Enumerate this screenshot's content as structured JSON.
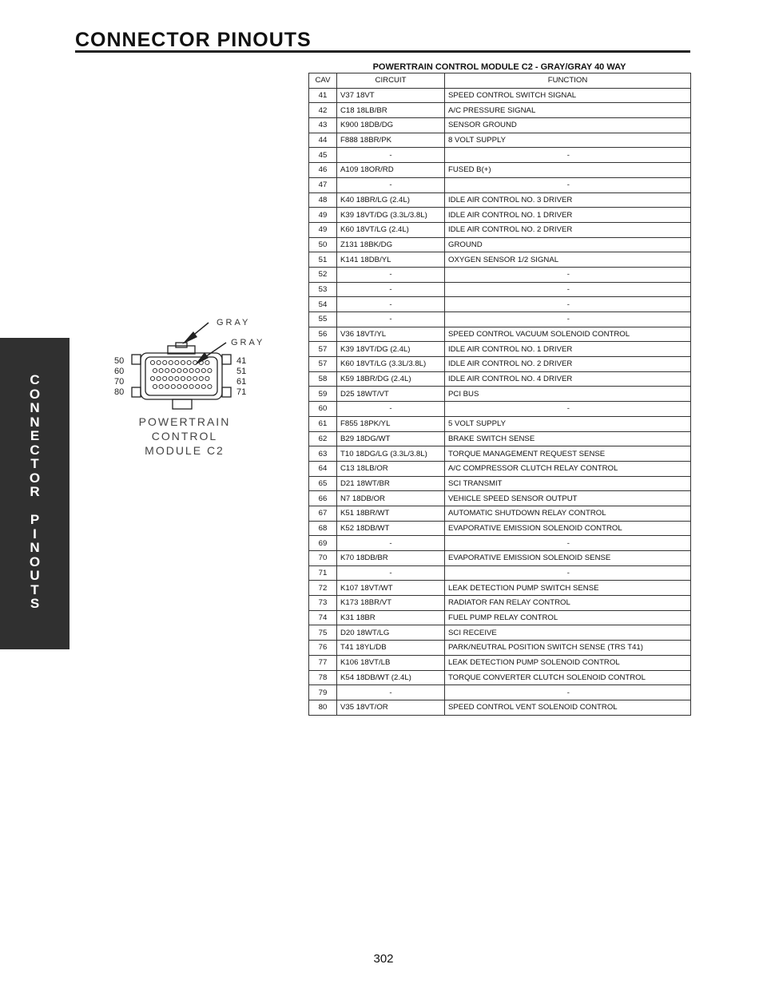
{
  "header": {
    "title": "CONNECTOR PINOUTS"
  },
  "sidebar": {
    "tab_text": "C\nO\nN\nN\nE\nC\nT\nO\nR\n\nP\nI\nN\nO\nU\nT\nS"
  },
  "table": {
    "title": "POWERTRAIN CONTROL MODULE C2 - GRAY/GRAY 40 WAY",
    "columns": [
      "CAV",
      "CIRCUIT",
      "FUNCTION"
    ],
    "rows": [
      {
        "cav": "41",
        "circuit": "V37 18VT",
        "function": "SPEED CONTROL SWITCH SIGNAL"
      },
      {
        "cav": "42",
        "circuit": "C18 18LB/BR",
        "function": "A/C PRESSURE SIGNAL"
      },
      {
        "cav": "43",
        "circuit": "K900 18DB/DG",
        "function": "SENSOR GROUND"
      },
      {
        "cav": "44",
        "circuit": "F888 18BR/PK",
        "function": "8 VOLT SUPPLY"
      },
      {
        "cav": "45",
        "circuit": "-",
        "function": "-"
      },
      {
        "cav": "46",
        "circuit": "A109 18OR/RD",
        "function": "FUSED B(+)"
      },
      {
        "cav": "47",
        "circuit": "-",
        "function": "-"
      },
      {
        "cav": "48",
        "circuit": "K40 18BR/LG (2.4L)",
        "function": "IDLE AIR CONTROL NO. 3 DRIVER"
      },
      {
        "cav": "49",
        "circuit": "K39 18VT/DG (3.3L/3.8L)",
        "function": "IDLE AIR CONTROL NO. 1 DRIVER"
      },
      {
        "cav": "49",
        "circuit": "K60 18VT/LG (2.4L)",
        "function": "IDLE AIR CONTROL NO. 2 DRIVER"
      },
      {
        "cav": "50",
        "circuit": "Z131 18BK/DG",
        "function": "GROUND"
      },
      {
        "cav": "51",
        "circuit": "K141 18DB/YL",
        "function": "OXYGEN SENSOR 1/2 SIGNAL"
      },
      {
        "cav": "52",
        "circuit": "-",
        "function": "-"
      },
      {
        "cav": "53",
        "circuit": "-",
        "function": "-"
      },
      {
        "cav": "54",
        "circuit": "-",
        "function": "-"
      },
      {
        "cav": "55",
        "circuit": "-",
        "function": "-"
      },
      {
        "cav": "56",
        "circuit": "V36 18VT/YL",
        "function": "SPEED CONTROL VACUUM SOLENOID CONTROL"
      },
      {
        "cav": "57",
        "circuit": "K39 18VT/DG (2.4L)",
        "function": "IDLE AIR CONTROL NO. 1 DRIVER"
      },
      {
        "cav": "57",
        "circuit": "K60 18VT/LG (3.3L/3.8L)",
        "function": "IDLE AIR CONTROL NO. 2 DRIVER"
      },
      {
        "cav": "58",
        "circuit": "K59 18BR/DG (2.4L)",
        "function": "IDLE AIR CONTROL NO. 4 DRIVER"
      },
      {
        "cav": "59",
        "circuit": "D25 18WT/VT",
        "function": "PCI BUS"
      },
      {
        "cav": "60",
        "circuit": "-",
        "function": "-"
      },
      {
        "cav": "61",
        "circuit": "F855 18PK/YL",
        "function": "5 VOLT SUPPLY"
      },
      {
        "cav": "62",
        "circuit": "B29 18DG/WT",
        "function": "BRAKE SWITCH SENSE"
      },
      {
        "cav": "63",
        "circuit": "T10 18DG/LG (3.3L/3.8L)",
        "function": "TORQUE MANAGEMENT REQUEST SENSE"
      },
      {
        "cav": "64",
        "circuit": "C13 18LB/OR",
        "function": "A/C COMPRESSOR CLUTCH RELAY CONTROL"
      },
      {
        "cav": "65",
        "circuit": "D21 18WT/BR",
        "function": "SCI TRANSMIT"
      },
      {
        "cav": "66",
        "circuit": "N7 18DB/OR",
        "function": "VEHICLE SPEED SENSOR OUTPUT"
      },
      {
        "cav": "67",
        "circuit": "K51 18BR/WT",
        "function": "AUTOMATIC SHUTDOWN RELAY CONTROL"
      },
      {
        "cav": "68",
        "circuit": "K52 18DB/WT",
        "function": "EVAPORATIVE EMISSION SOLENOID CONTROL"
      },
      {
        "cav": "69",
        "circuit": "-",
        "function": "-"
      },
      {
        "cav": "70",
        "circuit": "K70 18DB/BR",
        "function": "EVAPORATIVE EMISSION SOLENOID SENSE"
      },
      {
        "cav": "71",
        "circuit": "-",
        "function": "-"
      },
      {
        "cav": "72",
        "circuit": "K107 18VT/WT",
        "function": "LEAK DETECTION PUMP SWITCH SENSE"
      },
      {
        "cav": "73",
        "circuit": "K173 18BR/VT",
        "function": "RADIATOR FAN RELAY CONTROL"
      },
      {
        "cav": "74",
        "circuit": "K31 18BR",
        "function": "FUEL PUMP RELAY CONTROL"
      },
      {
        "cav": "75",
        "circuit": "D20 18WT/LG",
        "function": "SCI RECEIVE"
      },
      {
        "cav": "76",
        "circuit": "T41 18YL/DB",
        "function": "PARK/NEUTRAL POSITION SWITCH SENSE (TRS T41)"
      },
      {
        "cav": "77",
        "circuit": "K106 18VT/LB",
        "function": "LEAK DETECTION PUMP SOLENOID CONTROL"
      },
      {
        "cav": "78",
        "circuit": "K54 18DB/WT (2.4L)",
        "function": "TORQUE CONVERTER CLUTCH SOLENOID CONTROL"
      },
      {
        "cav": "79",
        "circuit": "-",
        "function": "-"
      },
      {
        "cav": "80",
        "circuit": "V35 18VT/OR",
        "function": "SPEED CONTROL VENT SOLENOID CONTROL"
      }
    ]
  },
  "diagram": {
    "label_color_1": "GRAY",
    "label_color_2": "GRAY",
    "left_numbers": [
      "50",
      "60",
      "70",
      "80"
    ],
    "right_numbers": [
      "41",
      "51",
      "61",
      "71"
    ],
    "caption_lines": [
      "POWERTRAIN",
      "CONTROL",
      "MODULE C2"
    ]
  },
  "footer": {
    "page_number": "302"
  }
}
